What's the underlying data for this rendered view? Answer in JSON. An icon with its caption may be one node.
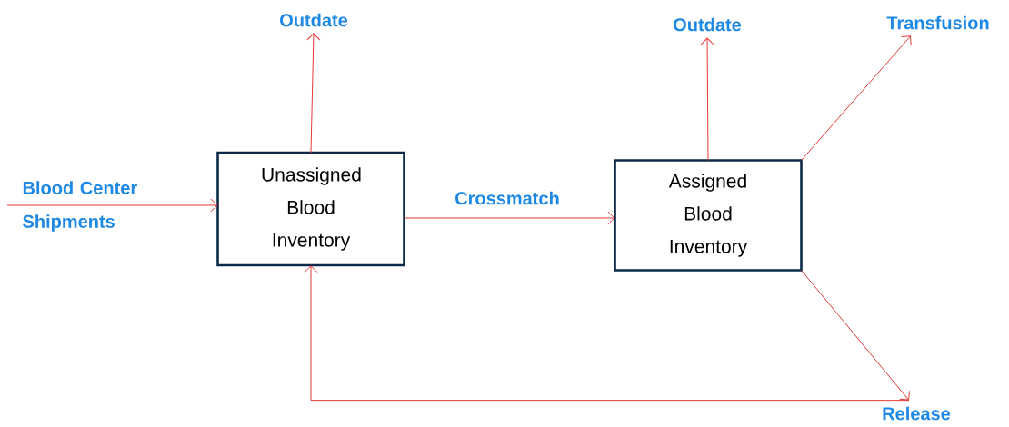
{
  "diagram": {
    "nodes": [
      {
        "text": [
          "Outdate"
        ]
      },
      {
        "text": [
          "Outdate"
        ]
      },
      {
        "text": [
          "Transfusion"
        ]
      },
      {
        "text": [
          "Unassigned Blood Inventory"
        ]
      },
      {
        "text": [
          "Assigned Blood Inventory"
        ]
      },
      {
        "text": [
          "Release"
        ]
      }
    ],
    "edges": [
      {
        "from": null,
        "to": 3,
        "arrow": "to",
        "label": "Blood Center Shipments"
      },
      {
        "from": 3,
        "to": 0,
        "arrow": "to"
      },
      {
        "from": 3,
        "to": 4,
        "arrow": "to",
        "label": "Crossmatch"
      },
      {
        "from": 4,
        "to": 1,
        "arrow": "to"
      },
      {
        "from": 4,
        "to": 2,
        "arrow": "to"
      },
      {
        "from": 4,
        "to": 5,
        "arrow": "to"
      },
      {
        "from": 5,
        "to": 3,
        "arrow": "to"
      }
    ]
  }
}
